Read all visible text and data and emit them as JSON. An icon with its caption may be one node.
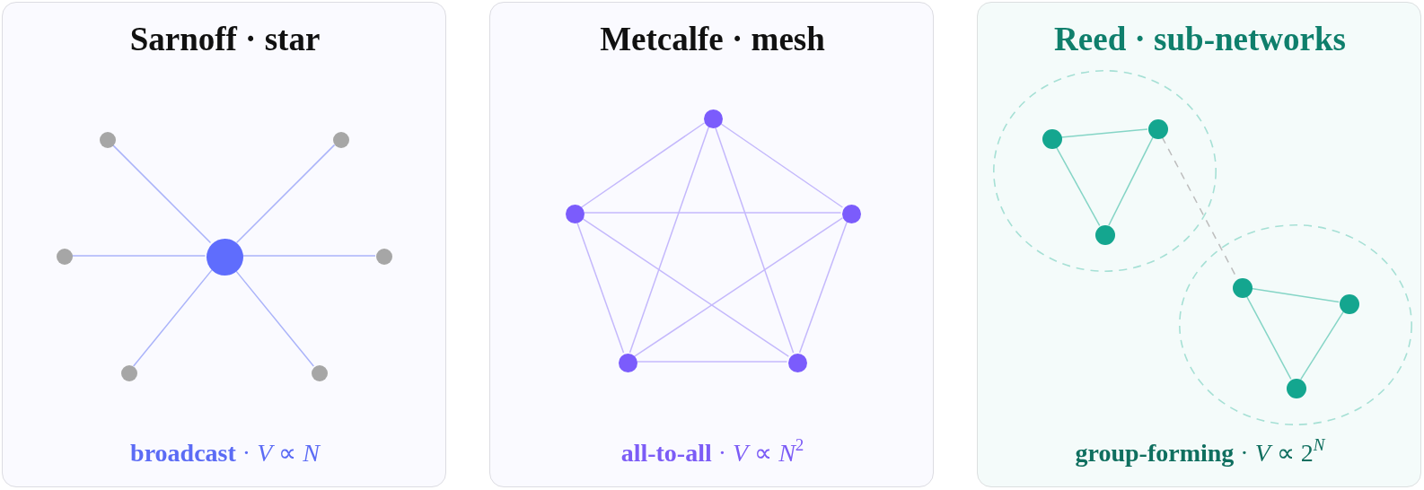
{
  "diagram": {
    "nodes": [
      {
        "text": [
          "Sarnoff · star",
          "**broadcast** · *V* ∝ *N*"
        ]
      },
      {
        "text": [],
        "shape": "circle",
        "in": 0
      },
      {
        "text": [],
        "shape": "circle",
        "in": 0
      },
      {
        "text": [],
        "shape": "circle",
        "in": 0
      },
      {
        "text": [],
        "shape": "circle",
        "in": 0
      },
      {
        "text": [],
        "shape": "circle",
        "in": 0
      },
      {
        "text": [],
        "shape": "circle",
        "in": 0
      },
      {
        "text": [],
        "shape": "circle",
        "in": 0
      },
      {
        "text": [
          "Metcalfe · mesh",
          "**all-to-all** · *V* ∝ *N*$^{2}$"
        ]
      },
      {
        "text": [],
        "shape": "circle",
        "in": 8
      },
      {
        "text": [],
        "shape": "circle",
        "in": 8
      },
      {
        "text": [],
        "shape": "circle",
        "in": 8
      },
      {
        "text": [],
        "shape": "circle",
        "in": 8
      },
      {
        "text": [],
        "shape": "circle",
        "in": 8
      },
      {
        "text": [
          "Reed · sub-networks",
          "**group-forming** · *V* ∝ 2$^{N}$"
        ]
      },
      {
        "text": [],
        "shape": "circle",
        "in": 14
      },
      {
        "text": [],
        "shape": "circle",
        "in": 15
      },
      {
        "text": [],
        "shape": "circle",
        "in": 15
      },
      {
        "text": [],
        "shape": "circle",
        "in": 15
      },
      {
        "text": [],
        "shape": "circle",
        "in": 14
      },
      {
        "text": [],
        "shape": "circle",
        "in": 19
      },
      {
        "text": [],
        "shape": "circle",
        "in": 19
      },
      {
        "text": [],
        "shape": "circle",
        "in": 19
      }
    ],
    "edges": [
      {
        "from": 1,
        "to": 4,
        "arrow": "none",
        "color": "#aab3fa"
      },
      {
        "from": 2,
        "to": 4,
        "arrow": "none",
        "color": "#aab3fa"
      },
      {
        "from": 3,
        "to": 4,
        "arrow": "none",
        "color": "#aab3fa"
      },
      {
        "from": 4,
        "to": 5,
        "arrow": "none",
        "color": "#aab3fa"
      },
      {
        "from": 4,
        "to": 6,
        "arrow": "none",
        "color": "#aab3fa"
      },
      {
        "from": 4,
        "to": 7,
        "arrow": "none",
        "color": "#aab3fa"
      },
      {
        "from": 9,
        "to": 10,
        "arrow": "none"
      },
      {
        "from": 9,
        "to": 11,
        "arrow": "none"
      },
      {
        "from": 9,
        "to": 12,
        "arrow": "none"
      },
      {
        "from": 9,
        "to": 13,
        "arrow": "none"
      },
      {
        "from": 10,
        "to": 11,
        "arrow": "none"
      },
      {
        "from": 10,
        "to": 12,
        "arrow": "none"
      },
      {
        "from": 10,
        "to": 13,
        "arrow": "none"
      },
      {
        "from": 11,
        "to": 12,
        "arrow": "none"
      },
      {
        "from": 11,
        "to": 13,
        "arrow": "none"
      },
      {
        "from": 12,
        "to": 13,
        "arrow": "none"
      },
      {
        "from": 16,
        "to": 17,
        "arrow": "none",
        "color": "#85d5c6"
      },
      {
        "from": 16,
        "to": 18,
        "arrow": "none",
        "color": "#85d5c6"
      },
      {
        "from": 17,
        "to": 18,
        "arrow": "none",
        "color": "#85d5c6"
      },
      {
        "from": 20,
        "to": 21,
        "arrow": "none",
        "color": "#85d5c6"
      },
      {
        "from": 20,
        "to": 22,
        "arrow": "none",
        "color": "#85d5c6"
      },
      {
        "from": 21,
        "to": 22,
        "arrow": "none",
        "color": "#85d5c6"
      },
      {
        "from": 17,
        "to": 20,
        "arrow": "none",
        "style": "dashed",
        "color": "#bdbdbd"
      }
    ]
  }
}
